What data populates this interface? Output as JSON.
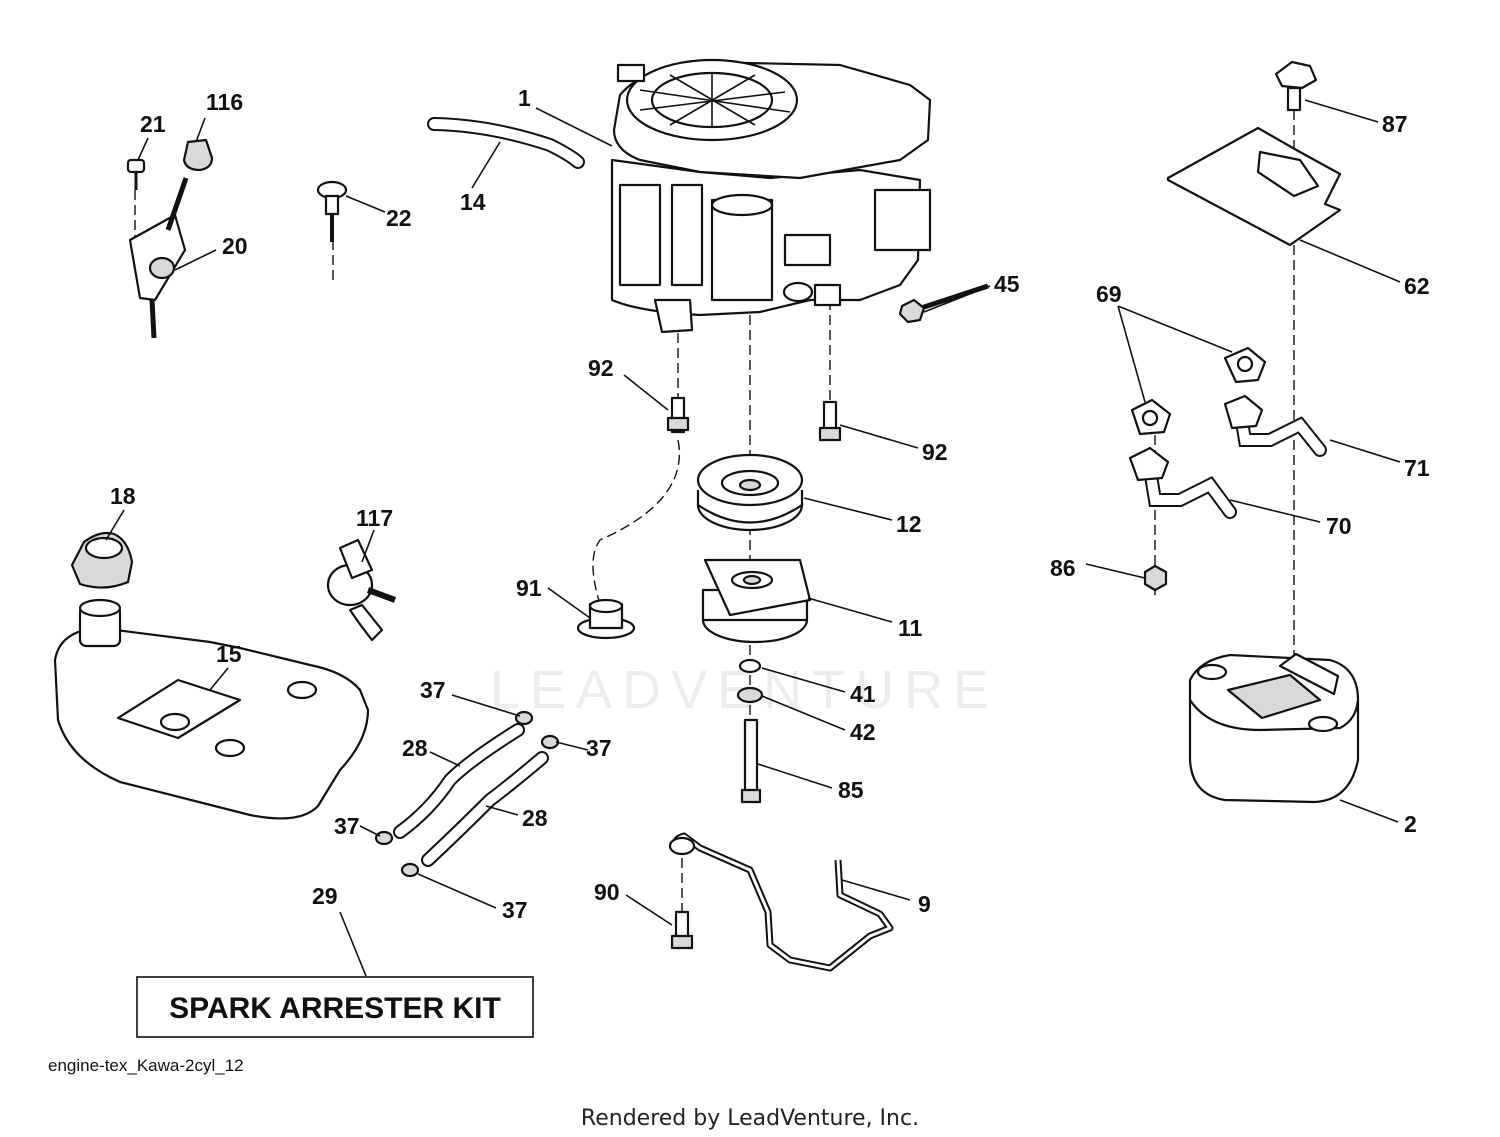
{
  "diagram": {
    "watermark": "LEADVENTURE",
    "kit_label": "SPARK ARRESTER KIT",
    "drawing_code": "engine-tex_Kawa-2cyl_12",
    "footer": "Rendered by LeadVenture, Inc."
  },
  "callouts": [
    {
      "id": "116",
      "text": "116"
    },
    {
      "id": "21",
      "text": "21"
    },
    {
      "id": "1",
      "text": "1"
    },
    {
      "id": "14",
      "text": "14"
    },
    {
      "id": "22",
      "text": "22"
    },
    {
      "id": "20",
      "text": "20"
    },
    {
      "id": "45",
      "text": "45"
    },
    {
      "id": "87",
      "text": "87"
    },
    {
      "id": "62",
      "text": "62"
    },
    {
      "id": "69",
      "text": "69"
    },
    {
      "id": "92a",
      "text": "92"
    },
    {
      "id": "92b",
      "text": "92"
    },
    {
      "id": "71",
      "text": "71"
    },
    {
      "id": "70",
      "text": "70"
    },
    {
      "id": "18",
      "text": "18"
    },
    {
      "id": "117",
      "text": "117"
    },
    {
      "id": "12",
      "text": "12"
    },
    {
      "id": "86",
      "text": "86"
    },
    {
      "id": "91",
      "text": "91"
    },
    {
      "id": "11",
      "text": "11"
    },
    {
      "id": "15",
      "text": "15"
    },
    {
      "id": "37a",
      "text": "37"
    },
    {
      "id": "41",
      "text": "41"
    },
    {
      "id": "42",
      "text": "42"
    },
    {
      "id": "37b",
      "text": "37"
    },
    {
      "id": "28a",
      "text": "28"
    },
    {
      "id": "85",
      "text": "85"
    },
    {
      "id": "28b",
      "text": "28"
    },
    {
      "id": "37c",
      "text": "37"
    },
    {
      "id": "2",
      "text": "2"
    },
    {
      "id": "29",
      "text": "29"
    },
    {
      "id": "90",
      "text": "90"
    },
    {
      "id": "9",
      "text": "9"
    },
    {
      "id": "37d",
      "text": "37"
    }
  ]
}
